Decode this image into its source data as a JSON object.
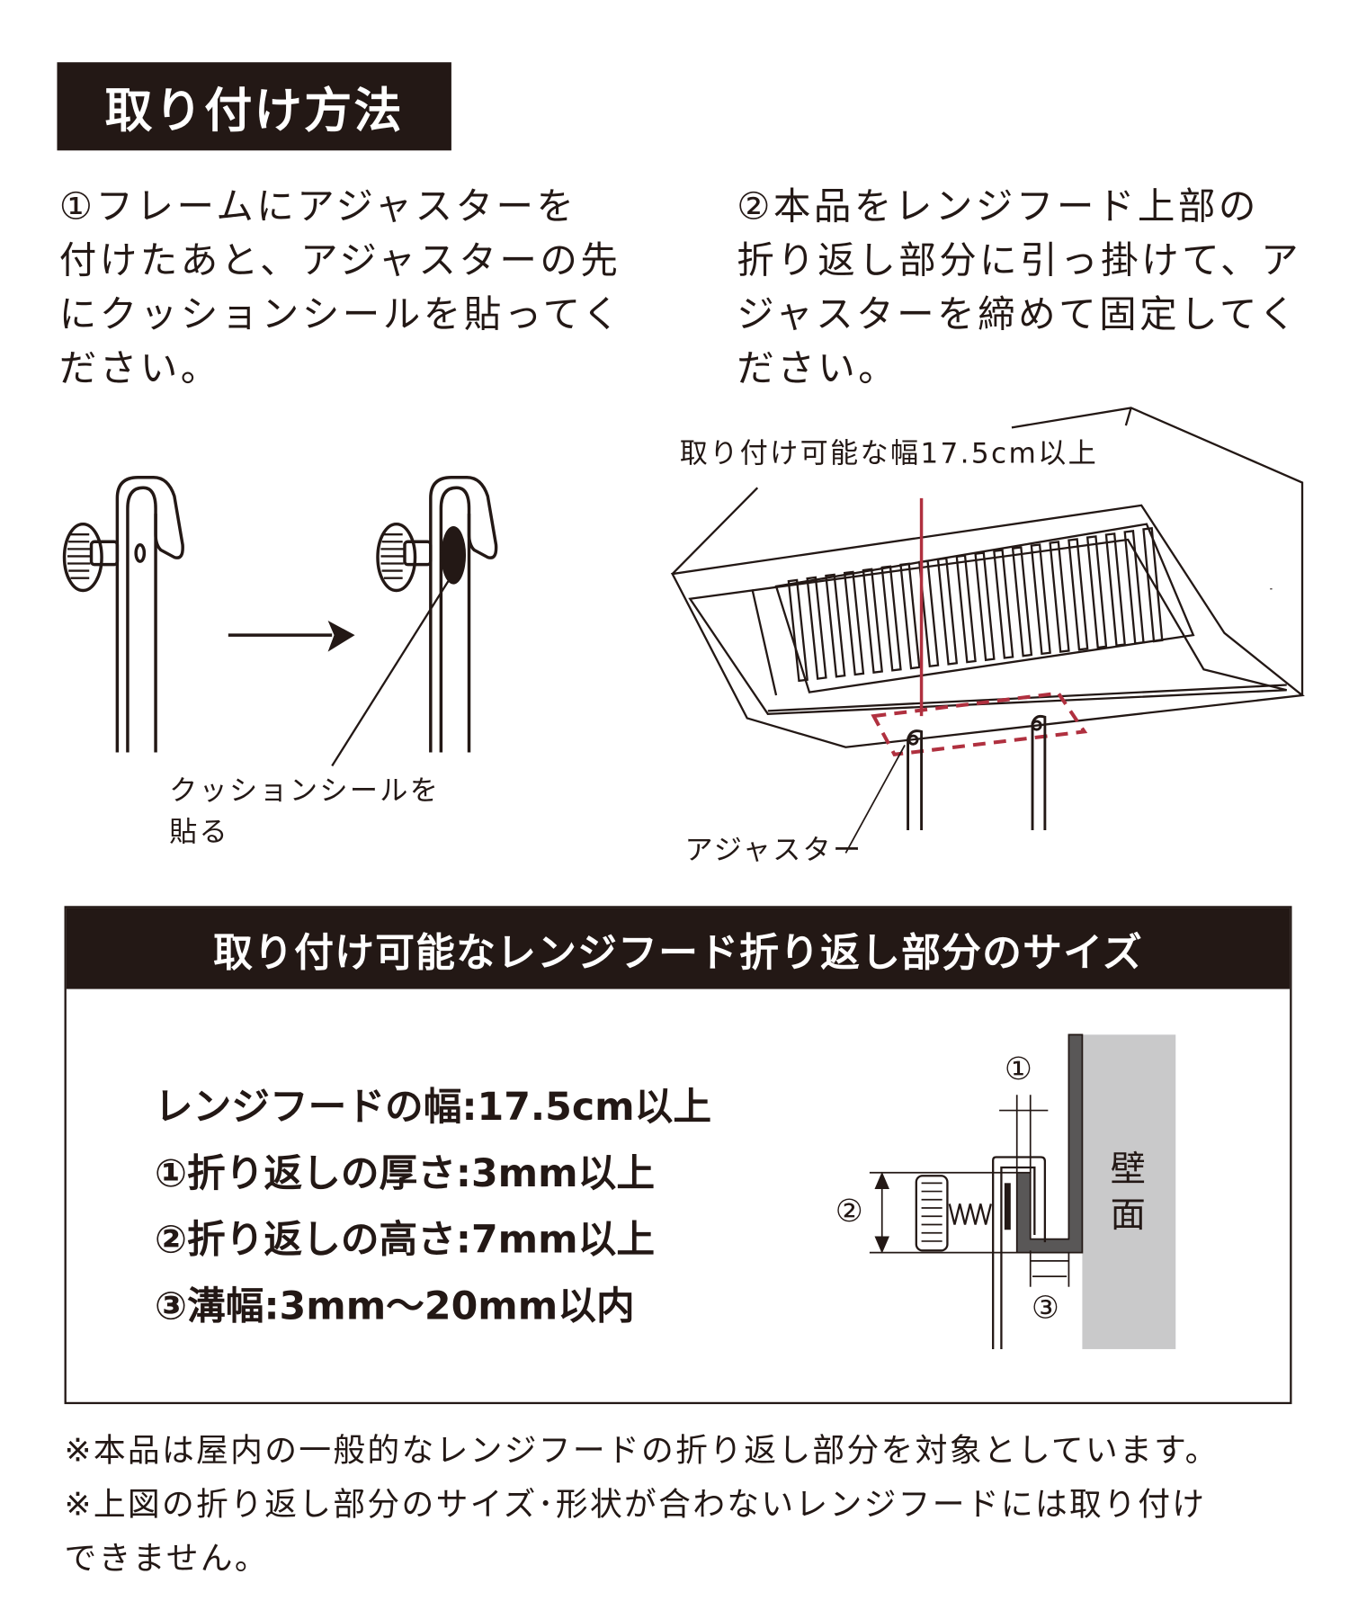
{
  "title": "取り付け方法",
  "steps": [
    {
      "text": "①フレームにアジャスターを\n付けたあと、アジャスターの先\nにクッションシールを貼ってく\nださい。"
    },
    {
      "text": "②本品をレンジフード上部の\n折り返し部分に引っ掛けて、ア\nジャスターを締めて固定してく\nださい。"
    }
  ],
  "diagram1": {
    "label": "クッションシールを\n貼る"
  },
  "diagram2": {
    "width_label": "取り付け可能な幅17.5cm以上",
    "adjuster_label": "アジャスター",
    "accent": "#b0303f"
  },
  "size_section": {
    "heading": "取り付け可能なレンジフード折り返し部分のサイズ",
    "specs": [
      "レンジフードの幅:17.5cm以上",
      "①折り返しの厚さ:3mm以上",
      "②折り返しの高さ:7mm以上",
      "③溝幅:3mm〜20mm以内"
    ],
    "diagram": {
      "m1": "①",
      "m2": "②",
      "m3": "③",
      "wall": "壁\n面",
      "wall_color": "#c9c9ca"
    }
  },
  "notes": [
    "※本品は屋内の一般的なレンジフードの折り返し部分を対象としています。",
    "※上図の折り返し部分のサイズ･形状が合わないレンジフードには取り付け",
    "できません。"
  ]
}
